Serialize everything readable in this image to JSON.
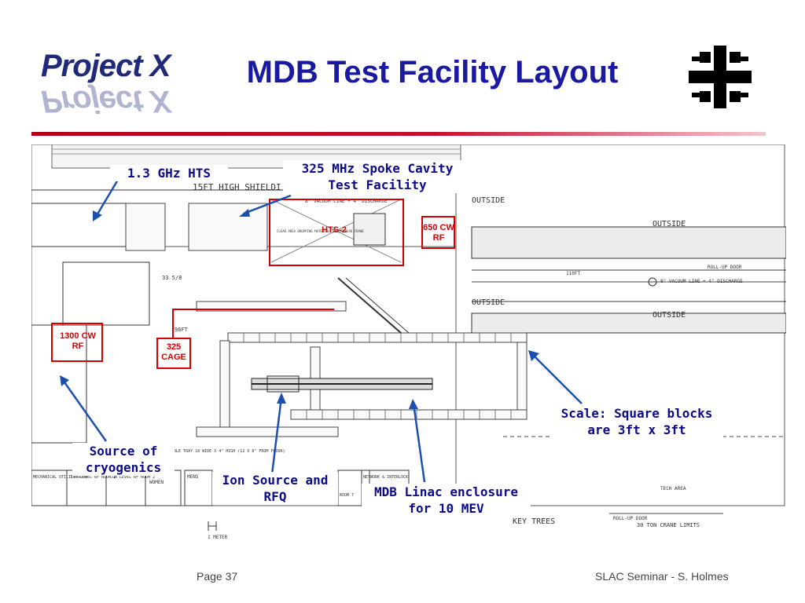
{
  "header": {
    "logo_text": "Project X",
    "title": "MDB Test Facility Layout",
    "lab_logo_icon": "fermilab-logo-icon"
  },
  "accent_colors": {
    "title": "#1a1aa0",
    "divider": "#c8102e",
    "callout_text": "#0b0b8a",
    "red_box": "#d40000",
    "arrow": "#1c4fb0"
  },
  "callouts": {
    "hts_1p3": "1.3 GHz HTS",
    "spoke_cavity": "325 MHz Spoke Cavity Test Facility",
    "scale_note": "Scale: Square blocks are 3ft x 3ft",
    "cryogenics": "Source of cryogenics",
    "ion_source": "Ion Source and RFQ",
    "linac_enclosure": "MDB Linac enclosure for 10 MEV"
  },
  "red_labels": {
    "hts2": "HTS-2",
    "rf_650": "650 CW RF",
    "rf_1300": "1300 CW RF",
    "cage_325": "325 CAGE"
  },
  "drawing_text": {
    "shield_label": "15FT HIGH SHIELDI",
    "outside_1": "OUTSIDE",
    "outside_2": "OUTSIDE",
    "outside_3": "OUTSIDE",
    "outside_4": "OUTSIDE",
    "vacuum_line_1": "8\" VACUUM LINE + 4\" DISCHARGE",
    "vacuum_line_2": "8\" VACUUM LINE + 4\" DISCHARGE",
    "roll_up_door_1": "ROLL-UP DOOR",
    "roll_up_door_2": "ROLL-UP DOOR",
    "dim_110ft": "110FT",
    "dim_33": "33 5/8",
    "dim_96ft": "96FT",
    "cable_tray": "CABLE TRAY 18 WIDE X 4\" HIGH (12 X 8\" FROM FLOOR)",
    "key_trees": "KEY TREES",
    "crane_limits": "30 TON CRANE LIMITS",
    "tech_area": "TECH AREA",
    "one_meter": "1 METER",
    "mechanical_room": "MECHANICAL UTILITY ROOM",
    "low_level_rf_1": "LOW LEVEL RF ROOM 1",
    "low_level_rf_2": "LOW LEVEL RF ROOM 2",
    "womens": "WOMEN",
    "mens": "MENS",
    "network": "NETWORK & INTERLOCK",
    "room_7": "ROOM 7",
    "clear_area": "CLEAR AREA DROPPING MATERIAL IN OVERHEAD CRANE"
  },
  "footer": {
    "page": "Page 37",
    "credit": "SLAC Seminar - S. Holmes"
  }
}
